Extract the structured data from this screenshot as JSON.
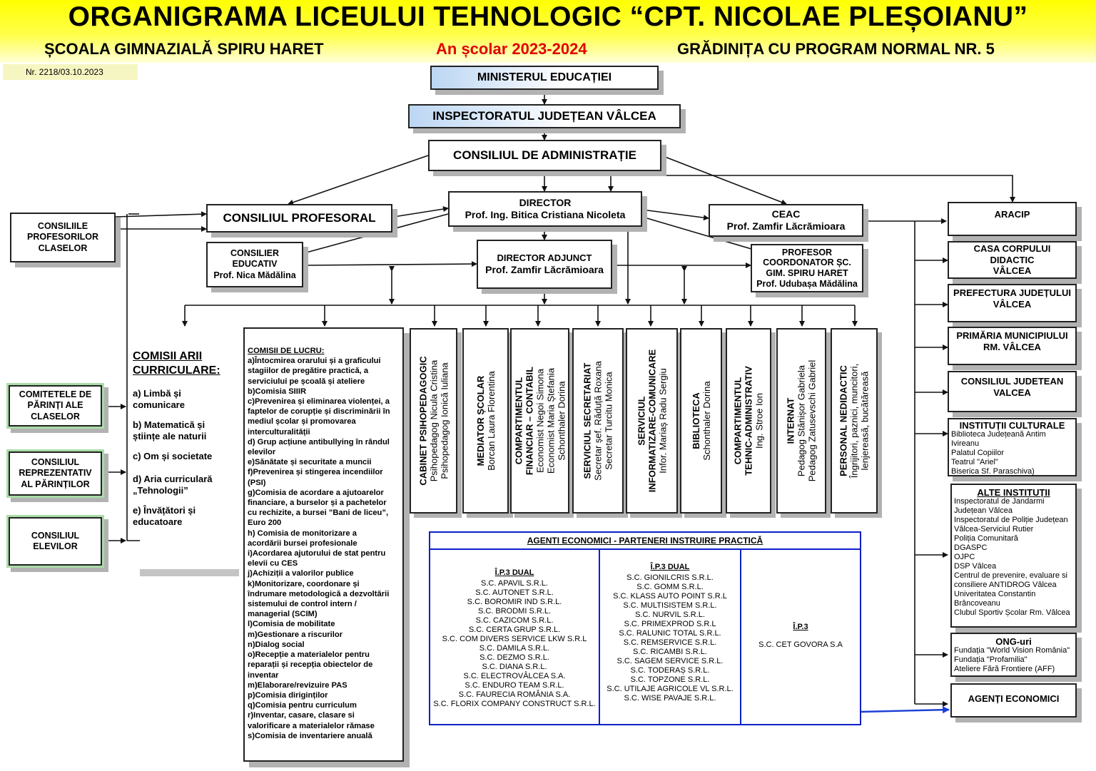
{
  "header": {
    "title": "ORGANIGRAMA LICEULUI TEHNOLOGIC “CPT. NICOLAE PLEȘOIANU”",
    "left": "ȘCOALA GIMNAZIALĂ SPIRU HARET",
    "center": "An școlar 2023-2024",
    "right": "GRĂDINIȚA CU PROGRAM NORMAL NR. 5",
    "number": "Nr. 2218/03.10.2023"
  },
  "colors": {
    "title_band": "#ffff00",
    "year": "#e00000",
    "green": "#a9dba7",
    "partner_border": "#0a20c8"
  },
  "top": {
    "minister": "MINISTERUL EDUCAȚIEI",
    "inspectorate": "INSPECTORATUL JUDEȚEAN VÂLCEA",
    "admin": "CONSILIUL DE ADMINISTRAȚIE"
  },
  "director": {
    "title": "DIRECTOR",
    "name": "Prof. Ing. Bitica Cristiana Nicoleta"
  },
  "deputy": {
    "title": "DIRECTOR ADJUNCT",
    "name": "Prof. Zamfir Lăcrămioara"
  },
  "ceac": {
    "title": "CEAC",
    "name": "Prof. Zamfir Lăcrămioara"
  },
  "professorial": "CONSILIUL PROFESORAL",
  "class_councils": [
    "CONSILIILE",
    "PROFESORILOR",
    "CLASELOR"
  ],
  "counselor": {
    "l1": "CONSILIER",
    "l2": "EDUCATIV",
    "name": "Prof. Nica Mădălina"
  },
  "coordinator": {
    "l1": "PROFESOR",
    "l2": "COORDONATOR ȘC.",
    "l3": "GIM. SPIRU HARET",
    "name": "Prof. Udubașa Mădălina"
  },
  "parents": [
    [
      "COMITETELE DE",
      "PĂRINȚI ALE",
      "CLASELOR"
    ],
    [
      "CONSILIUL",
      "REPREZENTATIV",
      "AL PĂRINȚILOR"
    ],
    [
      "CONSILIUL",
      "ELEVILOR"
    ]
  ],
  "curricular": {
    "title1": "COMISII ARII",
    "title2": "CURRICULARE:",
    "items": [
      [
        "a) Limbă și",
        "comunicare"
      ],
      [
        "b) Matematică și",
        "științe ale naturii"
      ],
      [
        "c) Om și societate",
        ""
      ],
      [
        "d) Aria curriculară",
        "„Tehnologii”"
      ],
      [
        "e) Învățători și",
        "educatoare"
      ]
    ]
  },
  "committees": {
    "title": "COMISII DE LUCRU:",
    "lines": [
      "a)Întocmirea orarului și a graficului",
      "stagiilor de pregătire practică, a",
      "serviciului pe școală și ateliere",
      "b)Comisia SIIIR",
      "c)Prevenirea și eliminarea violenței, a",
      "faptelor de corupție și discriminării în",
      "mediul școlar și promovarea",
      "interculturalității",
      "d) Grup acțiune antibullying în rândul",
      "elevilor",
      "e)Sănătate și securitate a muncii",
      "f)Prevenirea și stingerea incendiilor",
      "(PSI)",
      "g)Comisia de acordare a ajutoarelor",
      "financiare, a burselor și a pachetelor",
      "cu rechizite, a bursei ”Bani de liceu”,",
      "Euro 200",
      "h) Comisia de monitorizare a",
      "acordării bursei profesionale",
      "i)Acordarea ajutorului de stat pentru",
      "elevii cu CES",
      "j)Achiziții a valorilor publice",
      "k)Monitorizare, coordonare și",
      "îndrumare metodologică a dezvoltării",
      "sistemului de control intern /",
      "managerial (SCIM)",
      "l)Comisia de mobilitate",
      "m)Gestionare a riscurilor",
      "n)Dialog social",
      "o)Recepție a materialelor pentru",
      "reparații și recepția obiectelor de",
      "inventar",
      "m)Elaborare/revizuire PAS",
      "p)Comisia diriginților",
      "q)Comisia pentru curriculum",
      "r)Inventar, casare, clasare si",
      "valorificare a materialelor rămase",
      "s)Comisia de inventariere anuală"
    ]
  },
  "departments": [
    {
      "title": [
        "CABINET PSIHOPEDAGOGIC"
      ],
      "people": [
        "Psihopedagog Nicula Cristina",
        "Psihopedagog Ionică Iuliana"
      ]
    },
    {
      "title": [
        "MEDIATOR ȘCOLAR"
      ],
      "people": [
        "Borcan Laura Florentina"
      ]
    },
    {
      "title": [
        "COMPARTIMENTUL",
        "FINANCIAR – CONTABIL"
      ],
      "people": [
        "Economist Negoi Simona",
        "Economist Maria Ștefania",
        "Schonthaler Dorina"
      ]
    },
    {
      "title": [
        "SERVICIUL SECRETARIAT"
      ],
      "people": [
        "Secretar șef. Răduță Roxana",
        "Secretar Turcitu Monica"
      ]
    },
    {
      "title": [
        "SERVICIUL",
        "INFORMATIZARE-COMUNICARE"
      ],
      "people": [
        "Infor. Mariaș Radu Sergiu"
      ]
    },
    {
      "title": [
        "BIBLIOTECA"
      ],
      "people": [
        "Schonthaler Dorina"
      ]
    },
    {
      "title": [
        "COMPARTIMENTUL",
        "TEHNIC-ADMINISTRATIV"
      ],
      "people": [
        "Ing. Stroe Ion"
      ]
    },
    {
      "title": [
        "INTERNAT"
      ],
      "people": [
        "Pedagog Stănișor Gabriela",
        "Pedagog Zatusevschi Gabriel"
      ]
    },
    {
      "title": [
        "PERSONAL NEDIDACTIC"
      ],
      "people": [
        "Îngrijitori, paznici, muncitori,",
        "lenjereasă, bucătăreasă"
      ]
    }
  ],
  "right": {
    "aracip": "ARACIP",
    "casa": [
      "CASA CORPULUI",
      "DIDACTIC",
      "VÂLCEA"
    ],
    "prefectura": [
      "PREFECTURA JUDEȚULUI",
      "VÂLCEA"
    ],
    "primaria": [
      "PRIMĂRIA MUNICIPIULUI",
      "RM. VÂLCEA"
    ],
    "consiliul": [
      "CONSILIUL JUDETEAN",
      "VALCEA"
    ],
    "cultural": {
      "title": "INSTITUȚII CULTURALE",
      "items": [
        "Biblioteca Județeană Antim",
        "Ivireanu",
        "Palatul Copiilor",
        "Teatrul \"Ariel\"",
        "Biserica Sf. Paraschiva)"
      ]
    },
    "other": {
      "title": "ALTE INSTITUȚII",
      "items": [
        "Inspectoratul de Jandarmi",
        "Județean Vâlcea",
        "Inspectoratul de Poliție Județean",
        "Vâlcea-Serviciul Rutier",
        "Poliția Comunitară",
        "DGASPC",
        "OJPC",
        "DSP Vâlcea",
        "Centrul de prevenire, evaluare si",
        "consiliere ANTIDROG Vâlcea",
        "Univeritatea Constantin",
        "Brâncoveanu",
        "Clubul Sportiv Școlar Rm. Vâlcea"
      ]
    },
    "ong": {
      "title": "ONG-uri",
      "items": [
        "Fundația \"World Vision România\"",
        "Fundația \"Profamilia\"",
        "Ateliere Fără Frontiere (AFF)"
      ]
    },
    "agents": "AGENȚI ECONOMICI"
  },
  "partners": {
    "title": "AGENTI ECONOMICI - PARTENERI INSTRUIRE PRACTICĂ",
    "col1": {
      "title": "Î.P.3  DUAL",
      "items": [
        "S.C. APAVIL S.R.L.",
        "S.C. AUTONET S.R.L.",
        "S.C. BOROMIR IND S.R.L.",
        "S.C. BRODMI S.R.L.",
        "S.C. CAZICOM S.R.L.",
        "S.C. CERTA GRUP S.R.L.",
        "S.C. COM DIVERS SERVICE LKW S.R.L",
        "S.C. DAMILA S.R.L.",
        "S.C. DEZMO S.R.L.",
        "S.C. DIANA S.R.L.",
        "S.C. ELECTROVÂLCEA S.A.",
        "S.C. ENDURO TEAM S.R.L.",
        "S.C. FAURECIA ROMÂNIA S.A.",
        "S.C. FLORIX COMPANY CONSTRUCT  S.R.L."
      ]
    },
    "col2": {
      "title": "Î.P.3  DUAL",
      "items": [
        "S.C. GIONILCRIS S.R.L.",
        "S.C. GOMM S.R.L.",
        "S.C. KLASS AUTO POINT S.R.L",
        "S.C. MULTISISTEM S.R.L.",
        "S.C. NURVIL S.R.L.",
        "S.C. PRIMEXPROD S.R.L",
        "S.C. RALUNIC TOTAL S.R.L.",
        "S.C. REMSERVICE S.R.L.",
        "S.C. RICAMBI S.R.L.",
        "S.C. SAGEM SERVICE S.R.L.",
        "S.C. TODERAȘ S.R.L.",
        "S.C. TOPZONE S.R.L.",
        "S.C. UTILAJE AGRICOLE VL S.R.L.",
        "S.C. WISE PAVAJE S.R.L."
      ]
    },
    "col3": {
      "title": "Î.P.3",
      "items": [
        "S.C. CET GOVORA S.A"
      ]
    }
  }
}
